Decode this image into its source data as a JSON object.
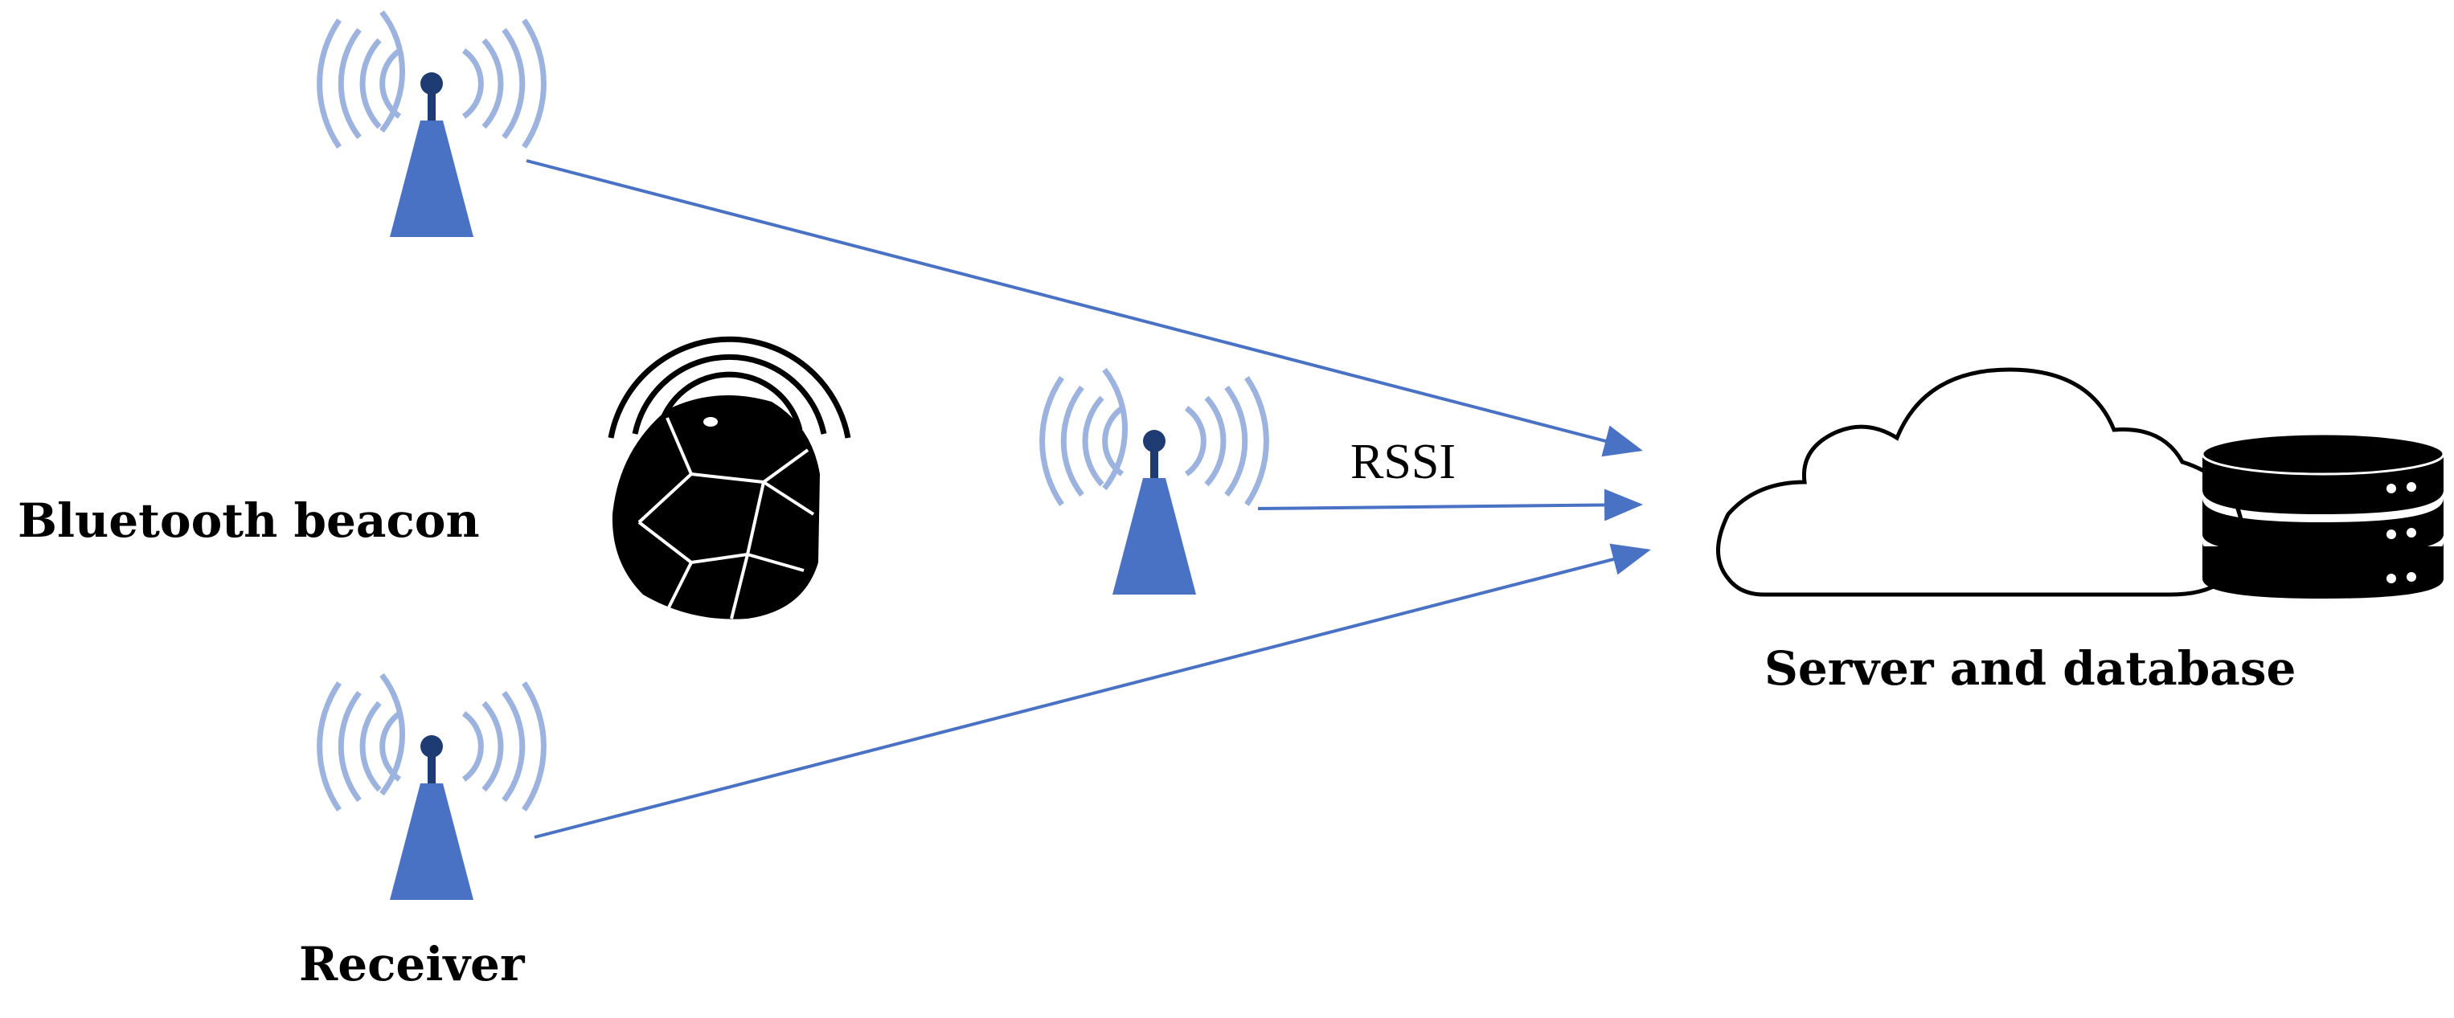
{
  "labels": {
    "beacon": "Bluetooth beacon",
    "receiver": "Receiver",
    "server": "Server and database",
    "signal": "RSSI"
  },
  "colors": {
    "antenna_blue": "#4a72c4",
    "wave_blue": "#9cb3e0",
    "arrow_blue": "#4a72c4",
    "beacon_black": "#000000",
    "outline": "#000000"
  },
  "icons": {
    "receiver_top_left": "antenna-icon",
    "receiver_middle": "antenna-icon",
    "receiver_bottom_left": "antenna-icon",
    "beacon": "bluetooth-beacon-icon",
    "cloud": "cloud-icon",
    "database": "database-icon"
  }
}
